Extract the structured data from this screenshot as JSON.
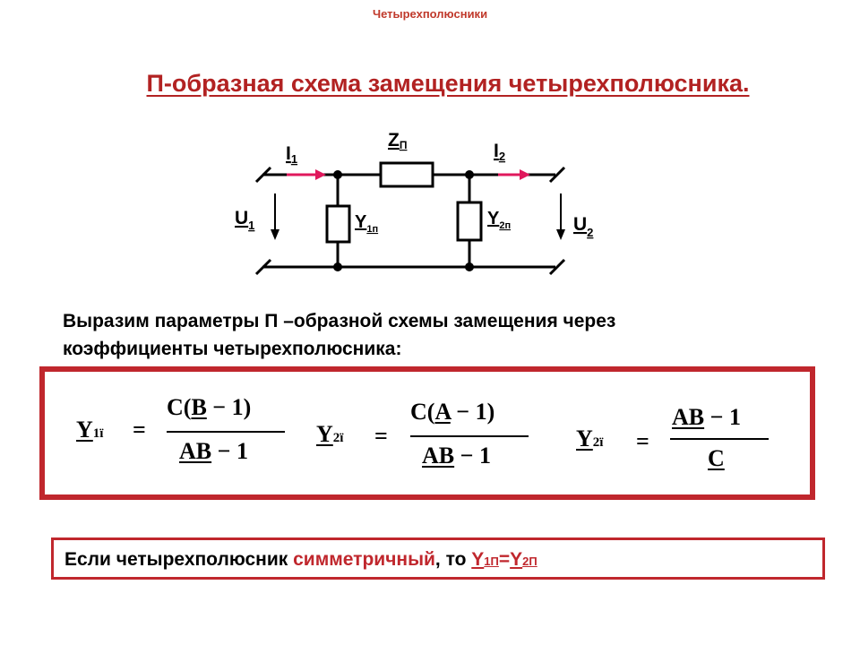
{
  "header": {
    "text": "Четырехполюсники"
  },
  "title": {
    "text": "П-образная схема замещения четырехполюсника."
  },
  "circuit": {
    "z_label": "Z",
    "z_sub": "П",
    "i1_label": "I",
    "i1_sub": "1",
    "i2_label": "I",
    "i2_sub": "2",
    "u1_label": "U",
    "u1_sub": "1",
    "u2_label": "U",
    "u2_sub": "2",
    "y1_label": "Y",
    "y1_sub": "1п",
    "y2_label": "Y",
    "y2_sub": "2п",
    "arrow_color": "#e0185c"
  },
  "intro": {
    "line1": "Выразим параметры П –образной схемы замещения через",
    "line2": "коэффициенты четырехполюсника:"
  },
  "formulas": {
    "f1": {
      "lhs": "Y",
      "lhs_sub": "1ï",
      "eq": "=",
      "num_a": "C(",
      "num_b": "B",
      "num_c": " − 1)",
      "den_a": "AB",
      "den_b": " − 1"
    },
    "f2": {
      "lhs": "Y",
      "lhs_sub": "2ï",
      "eq": "=",
      "num_a": "C(",
      "num_b": "A",
      "num_c": " − 1)",
      "den_a": "AB",
      "den_b": " − 1"
    },
    "f3": {
      "lhs": "Y",
      "lhs_sub": "2ï",
      "eq": "=",
      "num_a": "AB",
      "num_b": " − 1",
      "den_a": "C"
    }
  },
  "note": {
    "prefix": "Если четырехполюсник ",
    "highlight": "симметричный",
    "middle": ", то ",
    "y1": "Y",
    "y1_sub": "1П",
    "eq": "=",
    "y2": "Y",
    "y2_sub": "2П"
  },
  "colors": {
    "accent": "#c0272d",
    "title": "#b22222"
  }
}
